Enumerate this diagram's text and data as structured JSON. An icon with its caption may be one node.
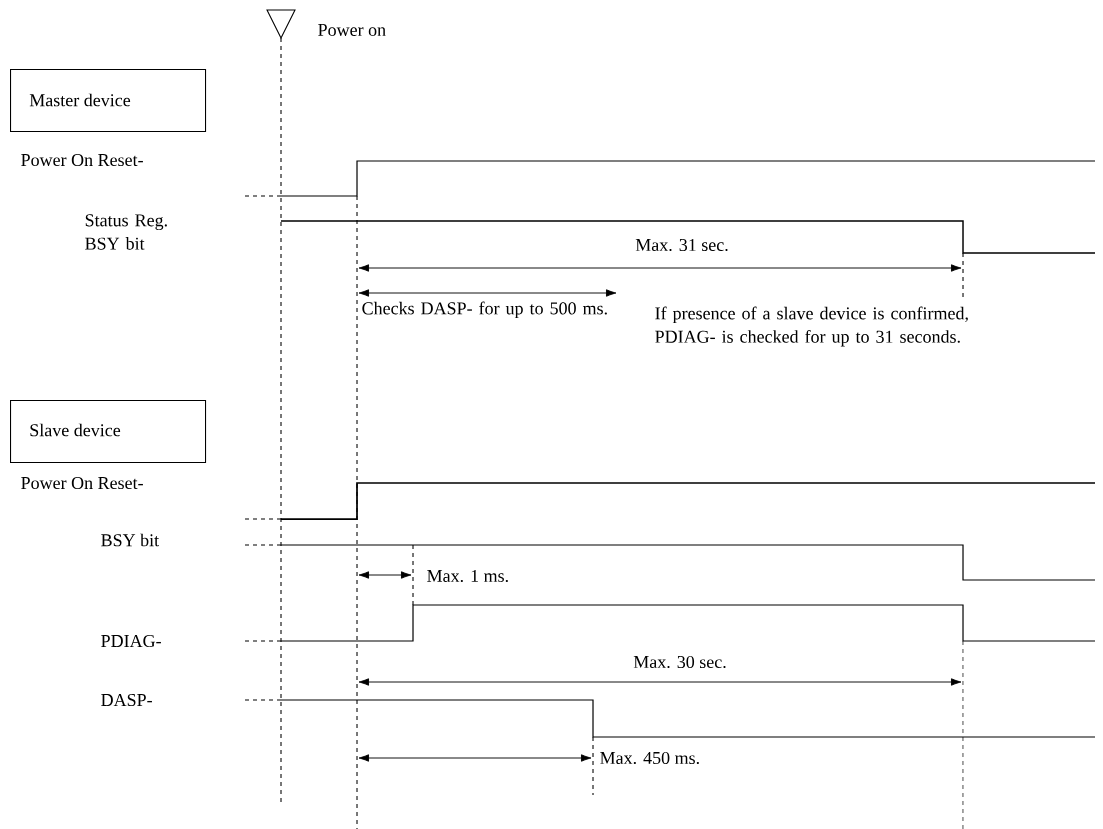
{
  "diagram": {
    "nodes": [
      {
        "text": [
          "Master device"
        ]
      },
      {
        "text": [
          "Slave device"
        ]
      }
    ],
    "labels": [
      "Power on",
      "Power On Reset-",
      "Status Reg. BSY bit",
      "Max. 31 sec.",
      "Checks DASP- for up to 500 ms.",
      "If presence of a slave device is confirmed, PDIAG- is checked for up to 31 seconds.",
      "Power On Reset-",
      "BSY bit",
      "Max. 1 ms.",
      "PDIAG-",
      "Max. 30 sec.",
      "DASP-",
      "Max. 450 ms."
    ]
  }
}
